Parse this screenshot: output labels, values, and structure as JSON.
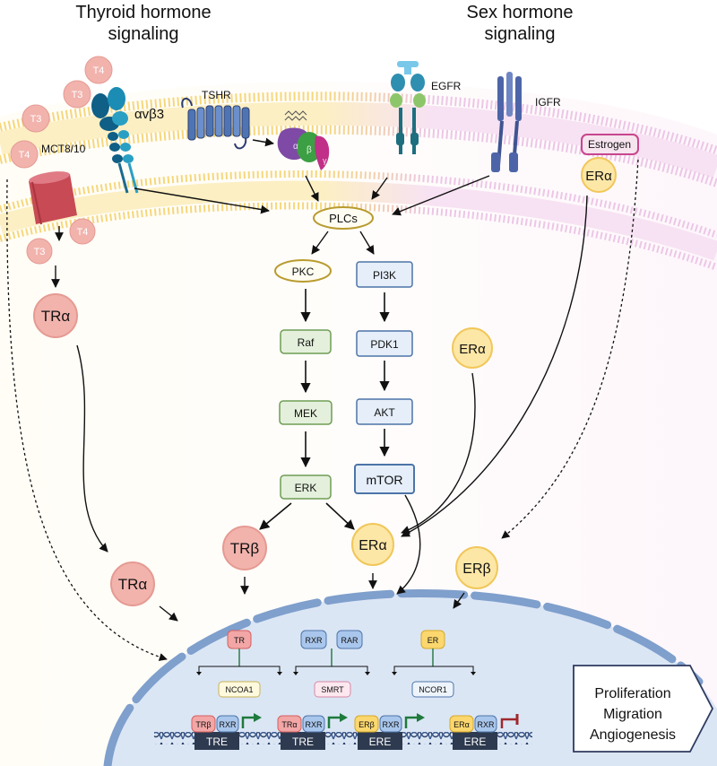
{
  "titles": {
    "thyroid": [
      "Thyroid hormone",
      "signaling"
    ],
    "sex": [
      "Sex hormone",
      "signaling"
    ]
  },
  "receptors": {
    "integrin": "αvβ3",
    "tshr": "TSHR",
    "egfr": "EGFR",
    "igfr": "IGFR",
    "transporter": "MCT8/10",
    "estrogen": "Estrogen"
  },
  "gprotein": {
    "alpha": "α",
    "beta": "β",
    "gamma": "γ"
  },
  "hormones": {
    "t3": "T3",
    "t4": "T4"
  },
  "nodes": {
    "plcs": "PLCs",
    "pkc": "PKC",
    "raf": "Raf",
    "mek": "MEK",
    "erk": "ERK",
    "pi3k": "PI3K",
    "pdk1": "PDK1",
    "akt": "AKT",
    "mtor": "mTOR"
  },
  "nuclear_receptors": {
    "tra": "TRα",
    "trb": "TRβ",
    "era": "ERα",
    "erb": "ERβ"
  },
  "cofactors": {
    "tr": "TR",
    "rxr": "RXR",
    "rar": "RAR",
    "er": "ER",
    "ncoa1": "NCOA1",
    "smrt": "SMRT",
    "ncor1": "NCOR1"
  },
  "elements": {
    "tre": "TRE",
    "ere": "ERE",
    "dimer_labels": {
      "trb": "TRβ",
      "tra": "TRα",
      "erb": "ERβ",
      "era": "ERα",
      "rxr": "RXR"
    }
  },
  "outcome": [
    "Proliferation",
    "Migration",
    "Angiogenesis"
  ],
  "colors": {
    "hormone_fill": "#f2b3ad",
    "hormone_stroke": "#e59a92",
    "er_fill": "#fde7a6",
    "er_stroke": "#f0c75a",
    "mapk_fill": "#e4f0dc",
    "mapk_stroke": "#6f9d55",
    "pi3k_fill": "#e5eef9",
    "pi3k_stroke": "#4d74a8",
    "nucleus_fill": "#dce7f5",
    "nucleus_stroke": "#7f9fcc",
    "membrane": "#f6d77b",
    "membrane_pink": "#e9bde4",
    "estrogen_stroke": "#c8468e"
  }
}
